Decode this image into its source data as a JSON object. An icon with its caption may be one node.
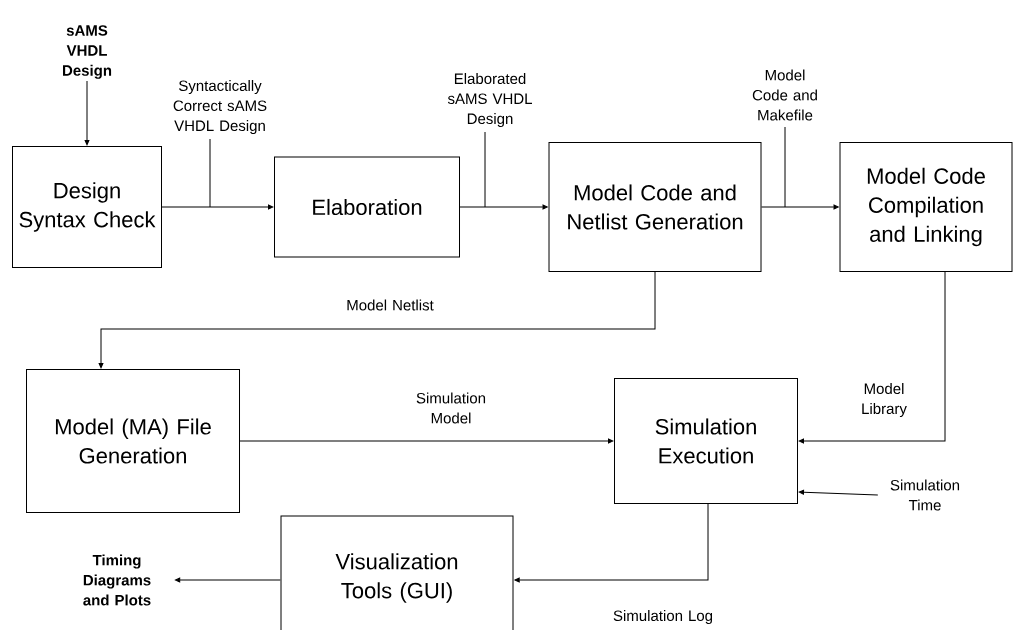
{
  "diagram": {
    "nodes": [
      {
        "text": [
          "sAMS VHDL Design"
        ]
      },
      {
        "text": [
          "Design Syntax Check"
        ]
      },
      {
        "text": [
          "Elaboration"
        ]
      },
      {
        "text": [
          "Model Code and Netlist Generation"
        ]
      },
      {
        "text": [
          "Model Code Compilation and Linking"
        ]
      },
      {
        "text": [
          "Model (MA) File Generation"
        ]
      },
      {
        "text": [
          "Simulation Execution"
        ]
      },
      {
        "text": [
          "Visualization Tools (GUI)"
        ]
      },
      {
        "text": [
          "Timing Diagrams and Plots"
        ]
      },
      {
        "text": [
          "Simulation Time"
        ]
      }
    ],
    "edges": [
      {
        "from": 0,
        "to": 1,
        "arrow": "to"
      },
      {
        "from": 1,
        "to": 2,
        "arrow": "to",
        "label": "Syntactically Correct sAMS VHDL Design"
      },
      {
        "from": 2,
        "to": 3,
        "arrow": "to",
        "label": "Elaborated sAMS VHDL Design"
      },
      {
        "from": 3,
        "to": 4,
        "arrow": "to",
        "label": "Model Code and Makefile"
      },
      {
        "from": 3,
        "to": 5,
        "arrow": "to",
        "label": "Model Netlist"
      },
      {
        "from": 4,
        "to": 6,
        "arrow": "to",
        "label": "Model Library"
      },
      {
        "from": 5,
        "to": 6,
        "arrow": "to",
        "label": "Simulation Model"
      },
      {
        "from": 9,
        "to": 6,
        "arrow": "to"
      },
      {
        "from": 6,
        "to": 7,
        "arrow": "to",
        "label": "Simulation Log"
      },
      {
        "from": 7,
        "to": 8,
        "arrow": "to"
      }
    ]
  }
}
